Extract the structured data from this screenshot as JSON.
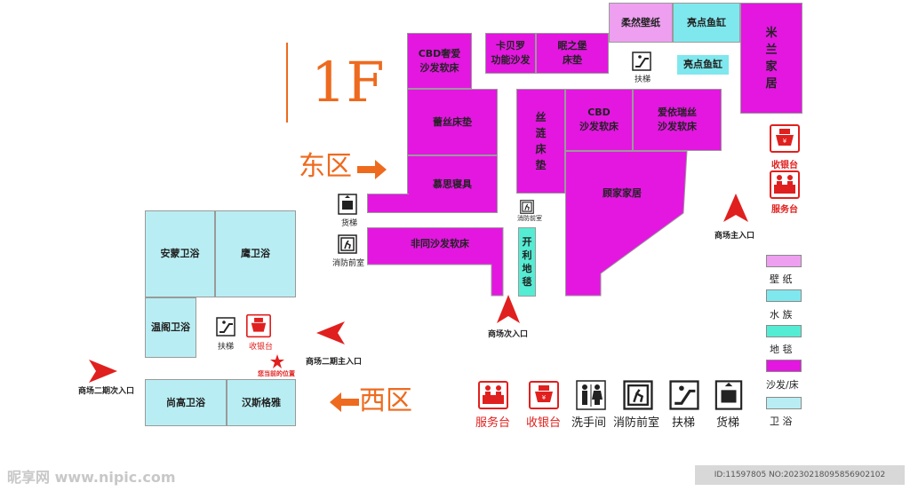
{
  "floor": "1F",
  "zones": {
    "east": "东区",
    "west": "西区"
  },
  "stores": {
    "rouran": "柔然壁纸",
    "liangdian1": "亮点鱼缸",
    "liangdian2": "亮点鱼缸",
    "milan": "米\n兰\n家\n居",
    "cbd_shezhi": "CBD奢爱\n沙发软床",
    "kabeiluo": "卡贝罗\n功能沙发",
    "mianzhibao": "眠之堡\n床垫",
    "leisi": "蕾丝床垫",
    "musi": "慕思寝具",
    "silian": "丝\n涟\n床\n垫",
    "cbd_sofa": "CBD\n沙发软床",
    "aiyirui": "爱依瑞丝\n沙发软床",
    "gujia": "顾家家居",
    "feitong": "非同沙发软床",
    "kaili": "开\n利\n地\n毯",
    "anmeng": "安蒙卫浴",
    "ying": "鹰卫浴",
    "wenge": "温阁卫浴",
    "shanggao": "尚高卫浴",
    "hansi": "汉斯格雅"
  },
  "labels": {
    "escalator_top": "扶梯",
    "cashier_right": "收银台",
    "service_right": "服务台",
    "main_entrance": "商场主入口",
    "freight": "货梯",
    "fire_room": "消防前室",
    "fire_room2": "消防前室",
    "secondary_entrance": "商场次入口",
    "escalator_left": "扶梯",
    "cashier_left": "收银台",
    "phase2_main": "商场二期主入口",
    "you_are_here": "您当前的位置",
    "phase2_secondary": "商场二期次入口"
  },
  "bottom_icons": [
    {
      "label": "服务台",
      "icon": "service-desk-icon",
      "red": true
    },
    {
      "label": "收银台",
      "icon": "cashier-icon",
      "red": true
    },
    {
      "label": "洗手间",
      "icon": "restroom-icon",
      "red": false
    },
    {
      "label": "消防前室",
      "icon": "fire-room-icon",
      "red": false
    },
    {
      "label": "扶梯",
      "icon": "escalator-icon",
      "red": false
    },
    {
      "label": "货梯",
      "icon": "freight-elevator-icon",
      "red": false
    }
  ],
  "legend": [
    {
      "label": "壁 纸",
      "color": "#ee9ff0"
    },
    {
      "label": "水 族",
      "color": "#7fe8ee"
    },
    {
      "label": "地 毯",
      "color": "#55ecd4"
    },
    {
      "label": "沙发/床",
      "color": "#e317e0"
    },
    {
      "label": "卫 浴",
      "color": "#b8eef3"
    }
  ],
  "watermark": {
    "site": "昵享网 www.nipic.com",
    "id": "ID:11597805 NO:20230218095856902102"
  },
  "colors": {
    "accent_orange": "#ee6a1e",
    "red": "#e0201e",
    "magenta": "#e317e0"
  }
}
